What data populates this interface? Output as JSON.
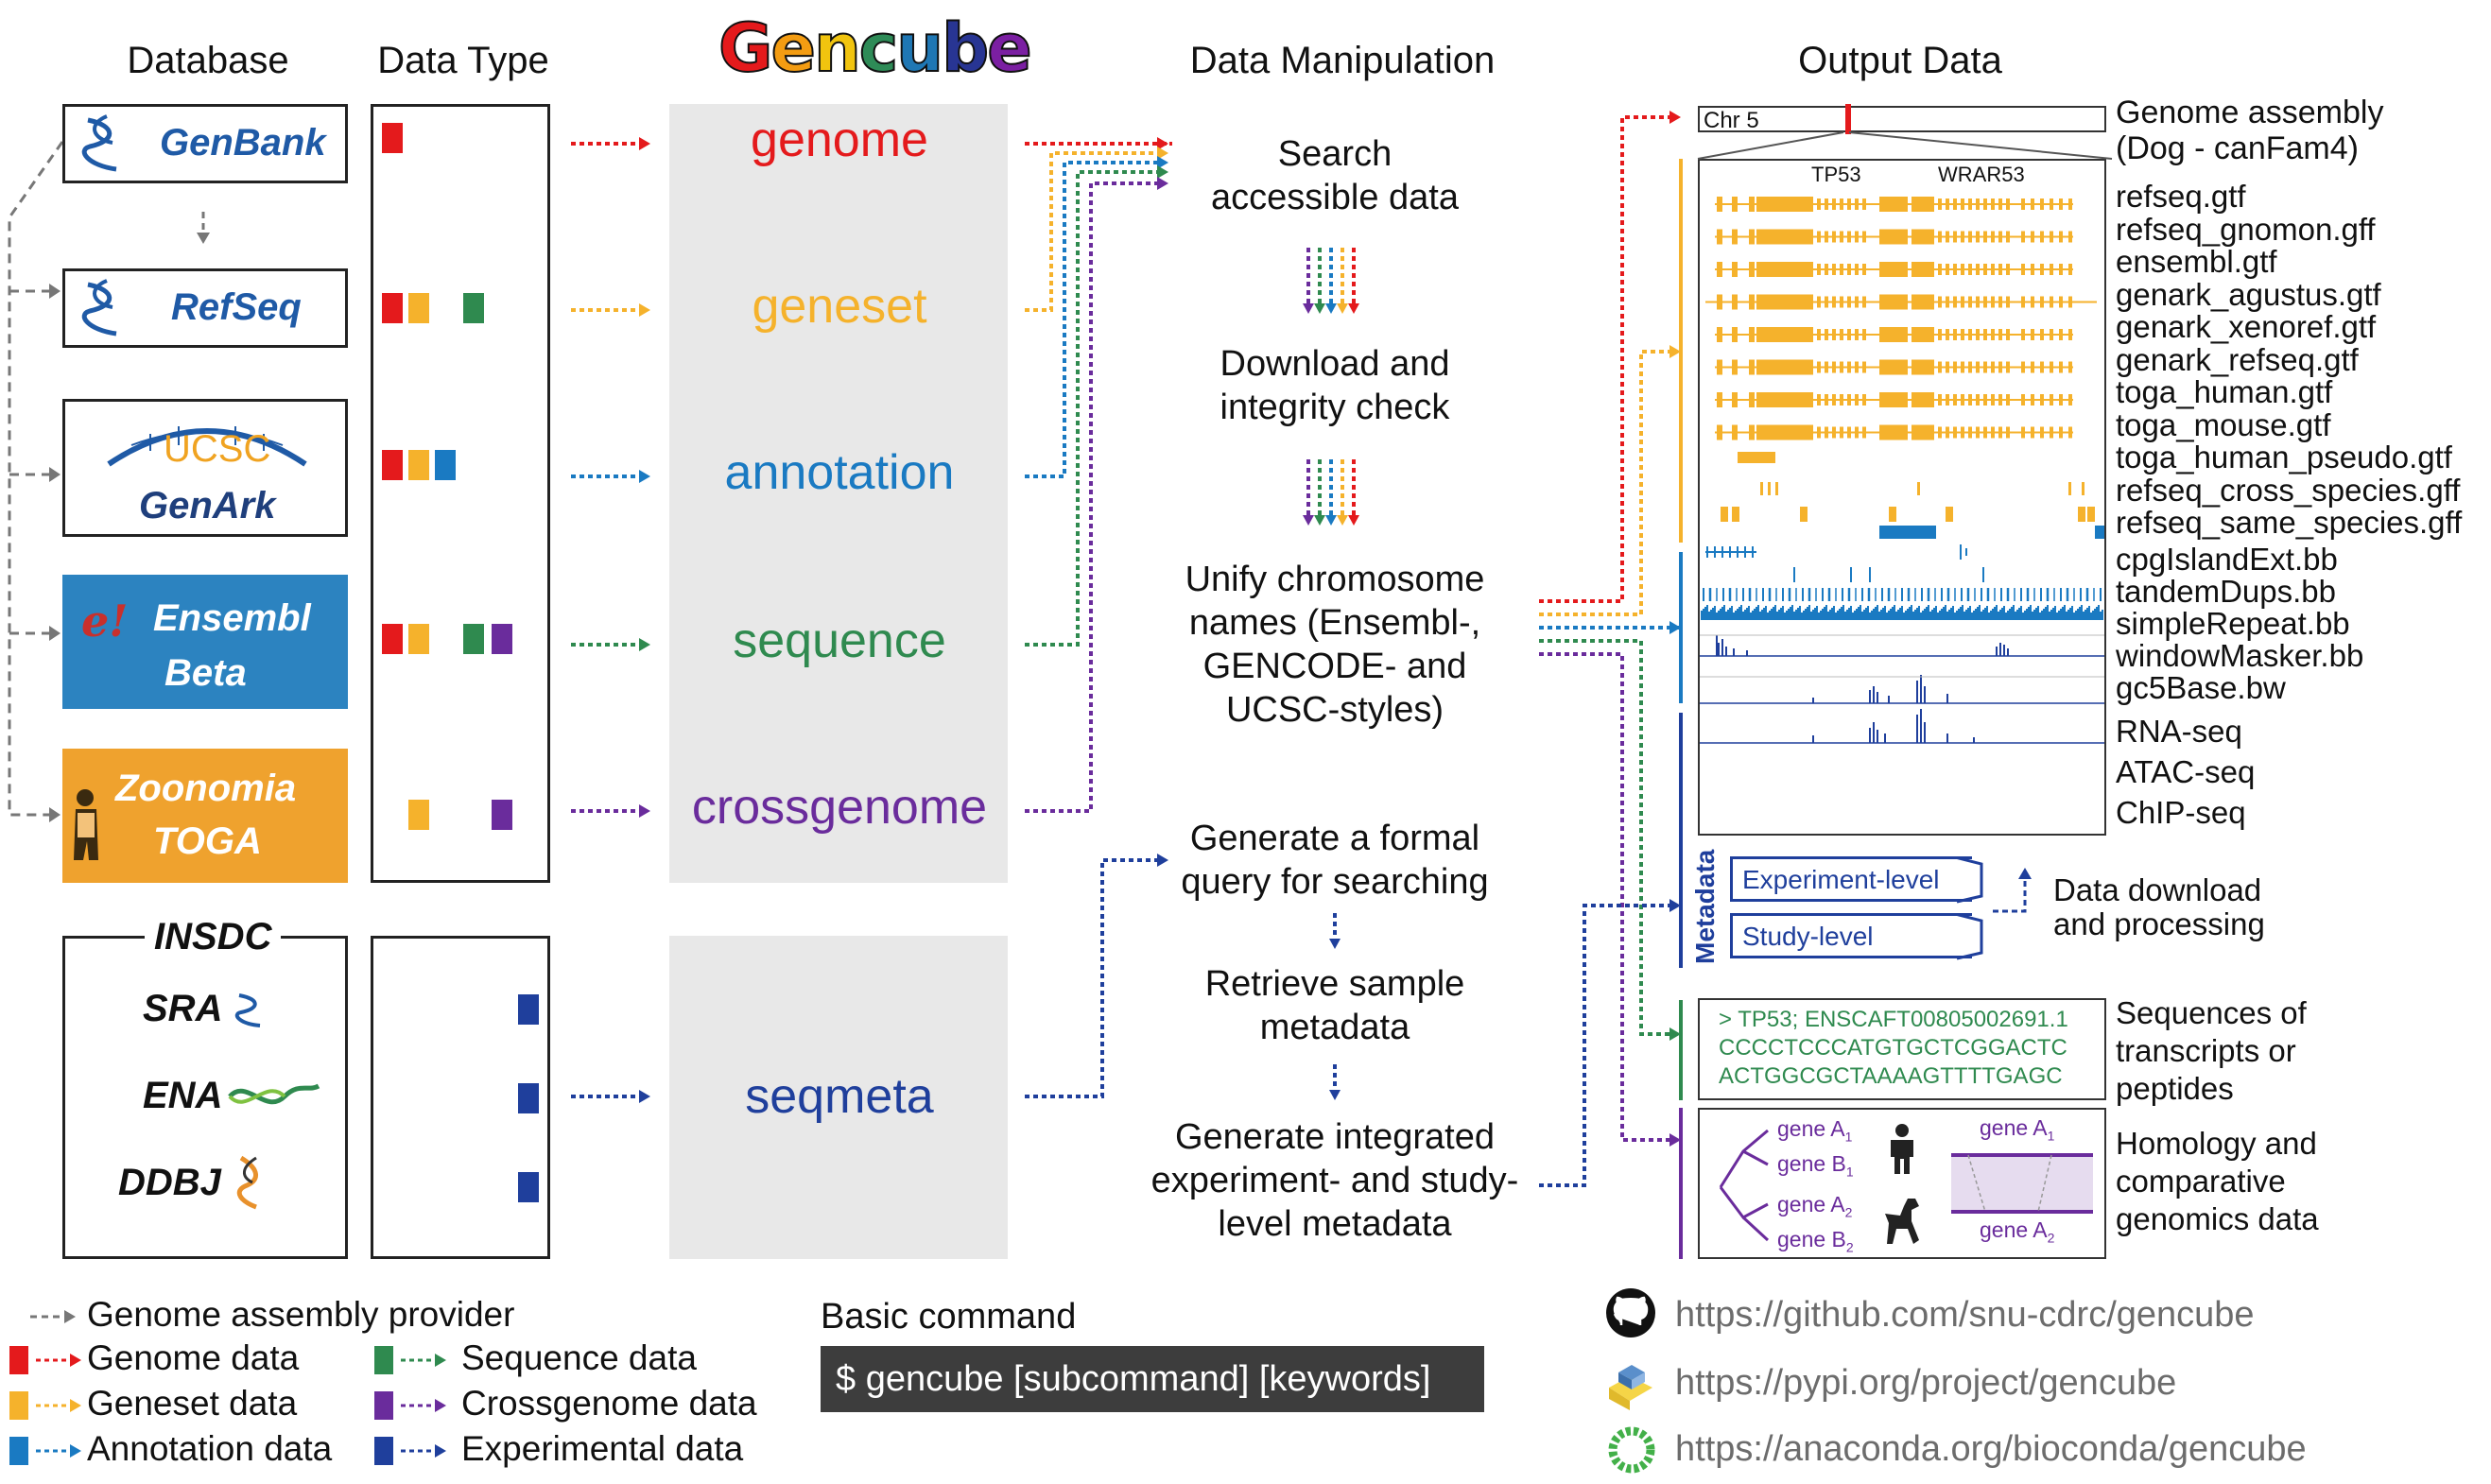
{
  "headers": {
    "database": "Database",
    "data_type": "Data Type",
    "data_manipulation": "Data Manipulation",
    "output_data": "Output Data"
  },
  "logo": {
    "letters": [
      "G",
      "e",
      "n",
      "c",
      "u",
      "b",
      "e"
    ],
    "colors": [
      "#e41a1c",
      "#f39c12",
      "#f1c40f",
      "#2e8b57",
      "#1f77b4",
      "#283593",
      "#7b1fa2"
    ]
  },
  "colors": {
    "genome": "#e41a1c",
    "geneset": "#f5b22c",
    "annotation": "#1a7ac2",
    "sequence": "#2f8a4f",
    "crossgenome": "#6a2c9c",
    "experimental": "#1f3f9c",
    "ensembl_bg": "#2c83c0",
    "toga_bg": "#efa22e",
    "panel_gray": "#e8e8e8"
  },
  "databases": {
    "genbank": "GenBank",
    "refseq": "RefSeq",
    "ucsc": "UCSC",
    "genark": "GenArk",
    "ensembl": "Ensembl",
    "ensembl_sub": "Beta",
    "zoonomia": "Zoonomia",
    "toga": "TOGA",
    "insdc": "INSDC",
    "sra": "SRA",
    "ena": "ENA",
    "ddbj": "DDBJ"
  },
  "subcommands": [
    "genome",
    "geneset",
    "annotation",
    "sequence",
    "crossgenome",
    "seqmeta"
  ],
  "steps": {
    "search": [
      "Search",
      "accessible data"
    ],
    "download": [
      "Download and",
      "integrity check"
    ],
    "unify": [
      "Unify chromosome",
      "names (Ensembl-,",
      "GENCODE- and",
      "UCSC-styles)"
    ],
    "query": [
      "Generate a formal",
      "query for searching"
    ],
    "retrieve": [
      "Retrieve sample",
      "metadata"
    ],
    "integrated": [
      "Generate integrated",
      "experiment- and study-",
      "level metadata"
    ]
  },
  "output": {
    "chr_label": "Chr 5",
    "genome_assembly": [
      "Genome assembly",
      "(Dog - canFam4)"
    ],
    "gene1": "TP53",
    "gene2": "WRAR53",
    "geneset_tracks": [
      "refseq.gtf",
      "refseq_gnomon.gff",
      "ensembl.gtf",
      "genark_agustus.gtf",
      "genark_xenoref.gtf",
      "genark_refseq.gtf",
      "toga_human.gtf",
      "toga_mouse.gtf",
      "toga_human_pseudo.gtf",
      "refseq_cross_species.gff",
      "refseq_same_species.gff"
    ],
    "annotation_tracks": [
      "cpgIslandExt.bb",
      "tandemDups.bb",
      "simpleRepeat.bb",
      "windowMasker.bb",
      "gc5Base.bw"
    ],
    "experimental_tracks": [
      "RNA-seq",
      "ATAC-seq",
      "ChIP-seq"
    ],
    "metadata_label": "Metadata",
    "experiment_level": "Experiment-level",
    "study_level": "Study-level",
    "data_download": [
      "Data download",
      "and processing"
    ],
    "seq_header": "> TP53; ENSCAFT00805002691.1",
    "seq_line1": "CCCCTCCCATGTGCTCGGACTC",
    "seq_line2": "ACTGGCGCTAAAAGTTTTGAGC",
    "seq_desc": [
      "Sequences of",
      "transcripts or",
      "peptides"
    ],
    "homology_desc": [
      "Homology and",
      "comparative",
      "genomics data"
    ],
    "gene_a1": "gene A",
    "gene_b1": "gene B",
    "gene_a2": "gene A",
    "gene_b2": "gene B",
    "sub1": "1",
    "sub2": "2"
  },
  "legend": {
    "provider": "Genome assembly provider",
    "genome": "Genome data",
    "geneset": "Geneset data",
    "annotation": "Annotation data",
    "sequence": "Sequence data",
    "crossgenome": "Crossgenome data",
    "experimental": "Experimental data"
  },
  "command": {
    "title": "Basic command",
    "text": "$ gencube [subcommand] [keywords]"
  },
  "links": {
    "github": "https://github.com/snu-cdrc/gencube",
    "pypi": "https://pypi.org/project/gencube",
    "anaconda": "https://anaconda.org/bioconda/gencube"
  }
}
